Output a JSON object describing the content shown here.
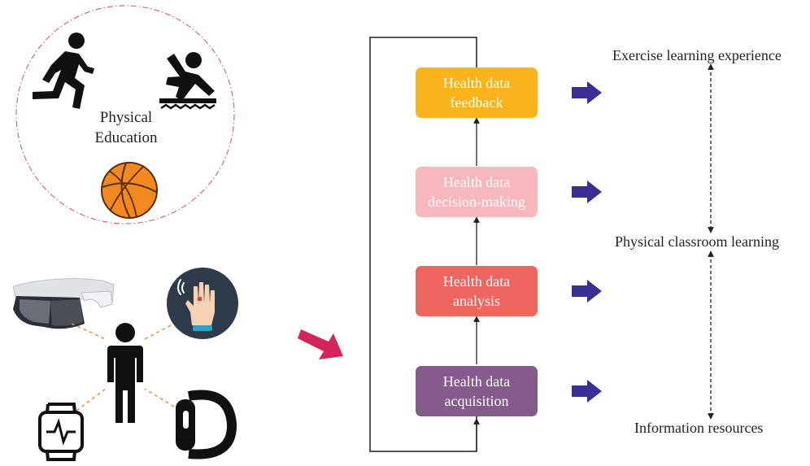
{
  "physical_education": {
    "line1": "Physical",
    "line2": "Education"
  },
  "stages": [
    {
      "line1": "Health data",
      "line2": "feedback",
      "color": "#f9b31b"
    },
    {
      "line1": "Health data",
      "line2": "decision-making",
      "color": "#f6b7bd"
    },
    {
      "line1": "Health data",
      "line2": "analysis",
      "color": "#ef6560"
    },
    {
      "line1": "Health data",
      "line2": "acquisition",
      "color": "#855b8b"
    }
  ],
  "outcomes": {
    "top": "Exercise learning experience",
    "middle": "Physical classroom learning",
    "bottom": "Information resources"
  },
  "colors": {
    "arrow_blue": "#3a2f95",
    "arrow_pink": "#d6245a",
    "circle_dash": "#d9667f",
    "connector_dash": "#f08a3c",
    "basketball": "#f2891f"
  },
  "icons": [
    "running-person-icon",
    "falling-person-icon",
    "basketball-icon",
    "vr-headset-icon",
    "smart-glove-icon",
    "person-icon",
    "smartwatch-icon",
    "fitness-band-icon"
  ]
}
